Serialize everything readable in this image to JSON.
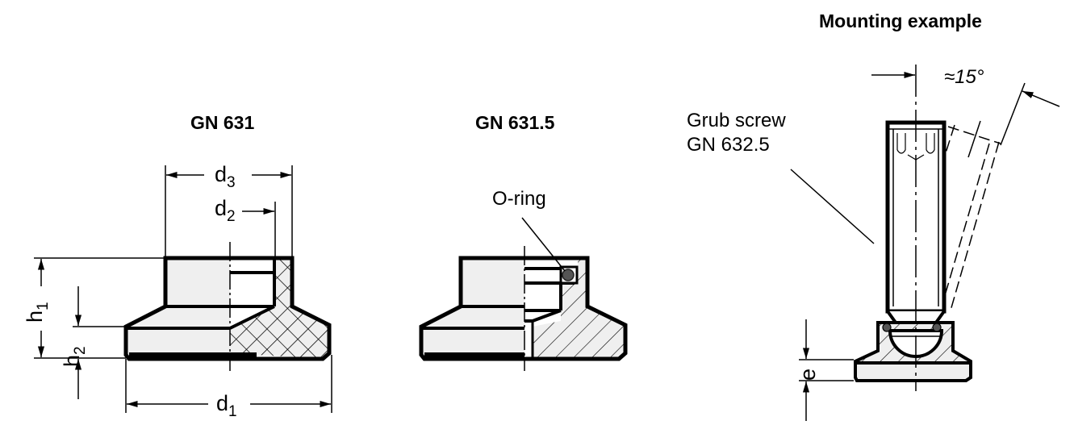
{
  "views": {
    "gn631": {
      "title": "GN 631",
      "dims": {
        "d3": {
          "base": "d",
          "sub": "3"
        },
        "d2": {
          "base": "d",
          "sub": "2"
        },
        "d1": {
          "base": "d",
          "sub": "1"
        },
        "h1": {
          "base": "h",
          "sub": "1"
        },
        "h2": {
          "base": "h",
          "sub": "2"
        }
      }
    },
    "gn6315": {
      "title": "GN 631.5",
      "callout": "O-ring"
    },
    "mounting": {
      "title": "Mounting example",
      "callout_line1": "Grub screw",
      "callout_line2": "GN 632.5",
      "angle": "≈15°",
      "dim_e": "e"
    }
  },
  "colors": {
    "line": "#000000",
    "fill": "#efefef",
    "oring": "#555555",
    "background": "#ffffff"
  }
}
